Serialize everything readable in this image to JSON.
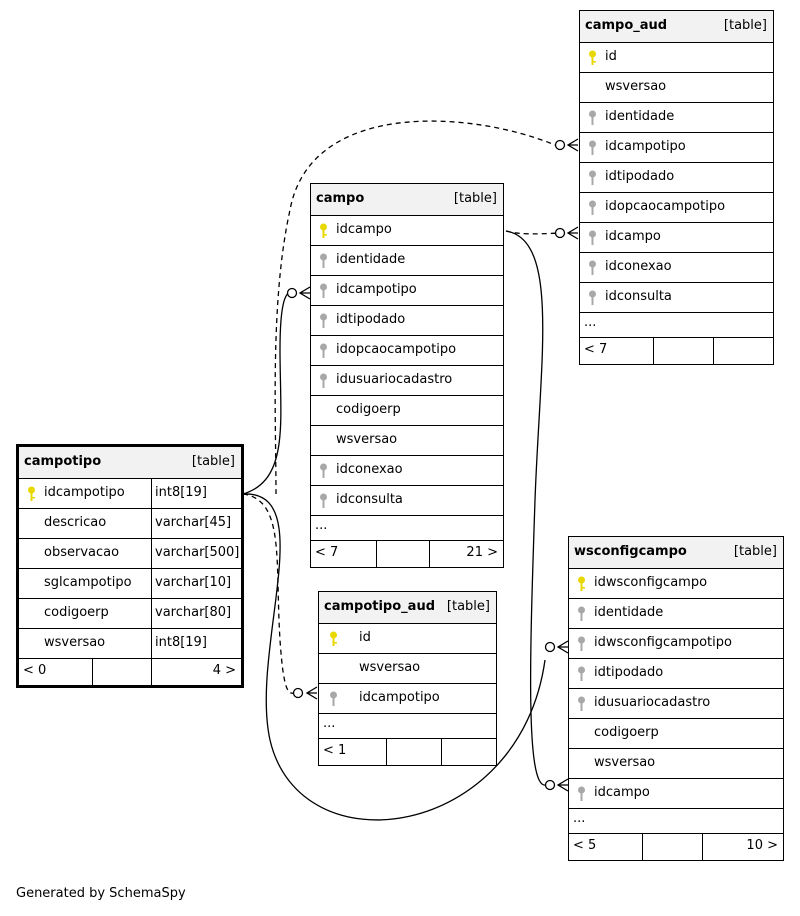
{
  "footer_text": "Generated by SchemaSpy",
  "colors": {
    "primary_key": "#e8d800",
    "foreign_key": "#a8a8a8",
    "header_bg": "#f2f2f2"
  },
  "tables": {
    "campo_aud": {
      "name": "campo_aud",
      "type": "[table]",
      "columns": [
        "id",
        "wsversao",
        "identidade",
        "idcampotipo",
        "idtipodado",
        "idopcaocampotipo",
        "idcampo",
        "idconexao",
        "idconsulta"
      ],
      "more": "...",
      "footer_left": "< 7",
      "footer_right": ""
    },
    "campo": {
      "name": "campo",
      "type": "[table]",
      "columns": [
        "idcampo",
        "identidade",
        "idcampotipo",
        "idtipodado",
        "idopcaocampotipo",
        "idusuariocadastro",
        "codigoerp",
        "wsversao",
        "idconexao",
        "idconsulta"
      ],
      "more": "...",
      "footer_left": "< 7",
      "footer_right": "21 >"
    },
    "campotipo": {
      "name": "campotipo",
      "type": "[table]",
      "columns": [
        "idcampotipo",
        "descricao",
        "observacao",
        "sglcampotipo",
        "codigoerp",
        "wsversao"
      ],
      "types": [
        "int8[19]",
        "varchar[45]",
        "varchar[500]",
        "varchar[10]",
        "varchar[80]",
        "int8[19]"
      ],
      "footer_left": "< 0",
      "footer_right": "4 >"
    },
    "campotipo_aud": {
      "name": "campotipo_aud",
      "type": "[table]",
      "columns": [
        "id",
        "wsversao",
        "idcampotipo"
      ],
      "more": "...",
      "footer_left": "< 1",
      "footer_right": ""
    },
    "wsconfigcampo": {
      "name": "wsconfigcampo",
      "type": "[table]",
      "columns": [
        "idwsconfigcampo",
        "identidade",
        "idwsconfigcampotipo",
        "idtipodado",
        "idusuariocadastro",
        "codigoerp",
        "wsversao",
        "idcampo"
      ],
      "more": "...",
      "footer_left": "< 5",
      "footer_right": "10 >"
    }
  }
}
